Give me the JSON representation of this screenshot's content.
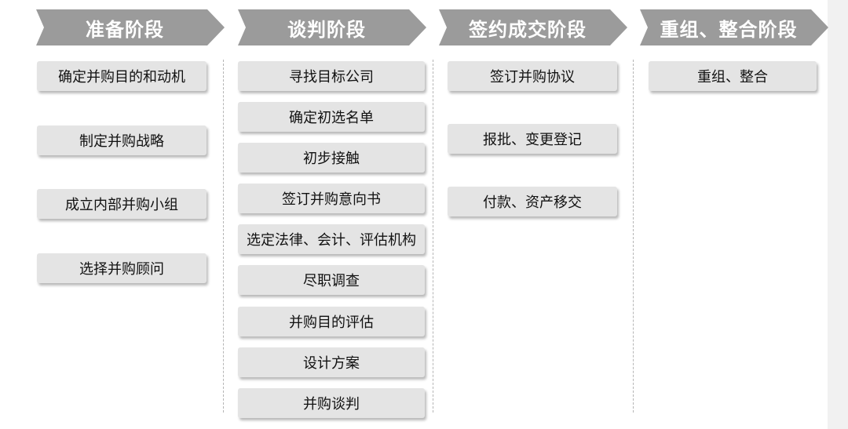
{
  "stages": [
    {
      "title": "准备阶段",
      "items": [
        "确定并购目的和动机",
        "制定并购战略",
        "成立内部并购小组",
        "选择并购顾问"
      ]
    },
    {
      "title": "谈判阶段",
      "items": [
        "寻找目标公司",
        "确定初选名单",
        "初步接触",
        "签订并购意向书",
        "选定法律、会计、评估机构",
        "尽职调查",
        "并购目的评估",
        "设计方案",
        "并购谈判"
      ]
    },
    {
      "title": "签约成交阶段",
      "items": [
        "签订并购协议",
        "报批、变更登记",
        "付款、资产移交"
      ]
    },
    {
      "title": "重组、整合阶段",
      "items": [
        "重组、整合"
      ]
    }
  ]
}
